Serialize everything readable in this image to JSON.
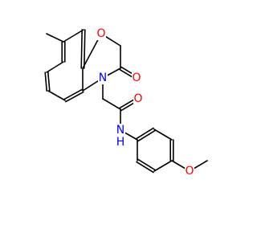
{
  "molecule": {
    "atoms": [
      {
        "id": "O_ring",
        "text": "O",
        "color": "#ff0000"
      },
      {
        "id": "O_lactam",
        "text": "O",
        "color": "#ff0000"
      },
      {
        "id": "N_ring",
        "text": "N",
        "color": "#0000ff"
      },
      {
        "id": "O_amide",
        "text": "O",
        "color": "#ff0000"
      },
      {
        "id": "N_amide",
        "text": "N",
        "color": "#0000ff"
      },
      {
        "id": "H_amide",
        "text": "H",
        "color": "#0000ff"
      },
      {
        "id": "O_methoxy",
        "text": "O",
        "color": "#ff0000"
      }
    ]
  }
}
